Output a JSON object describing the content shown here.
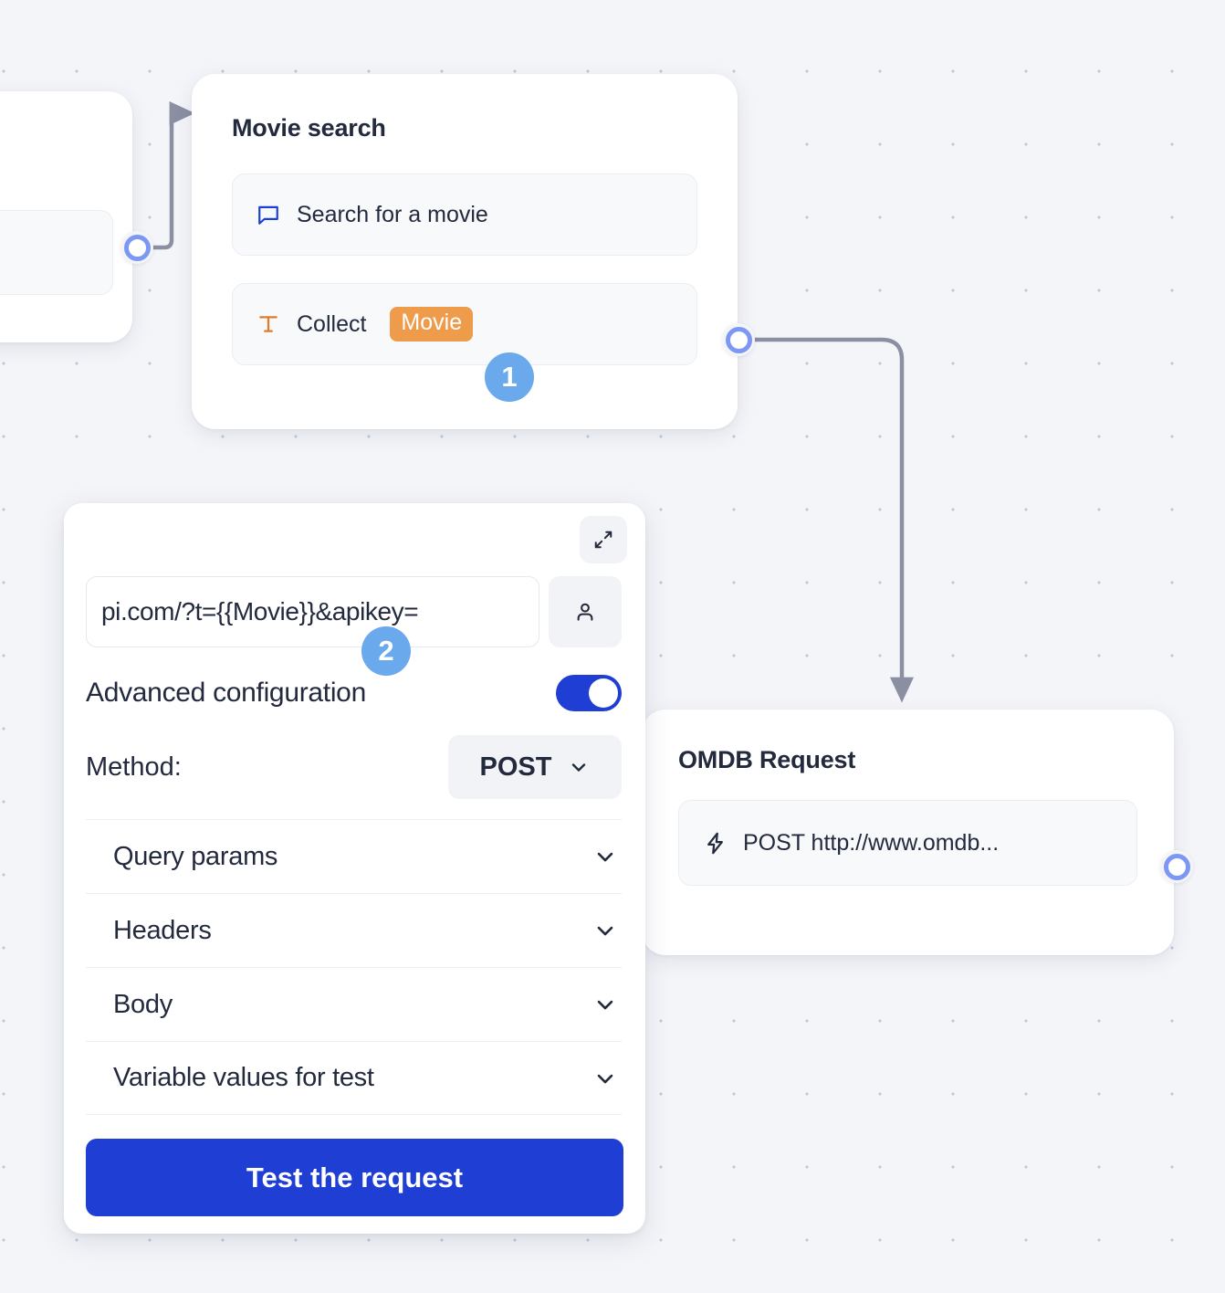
{
  "canvas": {
    "background_color": "#f4f5f9",
    "dot_color": "#c3c9d9",
    "connector_color": "#8a90a2",
    "port_color": "#7d97f4"
  },
  "nodes": {
    "left_clipped": {
      "name": "clipped-node",
      "title": ""
    },
    "movie_search": {
      "title": "Movie search",
      "rows": [
        {
          "icon": "speech-bubble-icon",
          "icon_color": "#1a3fd4",
          "label": "Search for a movie",
          "variable": null
        },
        {
          "icon": "text-type-icon",
          "icon_color": "#e07b2a",
          "label": "Collect",
          "variable": "Movie"
        }
      ]
    },
    "omdb_request": {
      "title": "OMDB Request",
      "rows": [
        {
          "icon": "lightning-bolt-icon",
          "icon_color": "#232a3d",
          "label": "POST http://www.omdb..."
        }
      ]
    }
  },
  "badges": [
    {
      "label": "1",
      "color": "#6aa9ec"
    },
    {
      "label": "2",
      "color": "#6aa9ec"
    }
  ],
  "panel": {
    "expand_icon": "expand-diagonal-icon",
    "url": {
      "value": "pi.com/?t={{Movie}}&apikey=",
      "placeholder": "Enter request URL"
    },
    "auth_icon": "user-icon",
    "advanced": {
      "label": "Advanced configuration",
      "enabled": true,
      "toggle_color": "#1f3fd4"
    },
    "method": {
      "label": "Method:",
      "value": "POST",
      "chevron": "chevron-down-icon"
    },
    "sections": [
      {
        "label": "Query params",
        "expanded": false,
        "chevron": "chevron-down-icon"
      },
      {
        "label": "Headers",
        "expanded": false,
        "chevron": "chevron-down-icon"
      },
      {
        "label": "Body",
        "expanded": false,
        "chevron": "chevron-down-icon"
      },
      {
        "label": "Variable values for test",
        "expanded": false,
        "chevron": "chevron-down-icon"
      }
    ],
    "test_button": {
      "label": "Test the request",
      "color": "#1f3fd4"
    }
  }
}
